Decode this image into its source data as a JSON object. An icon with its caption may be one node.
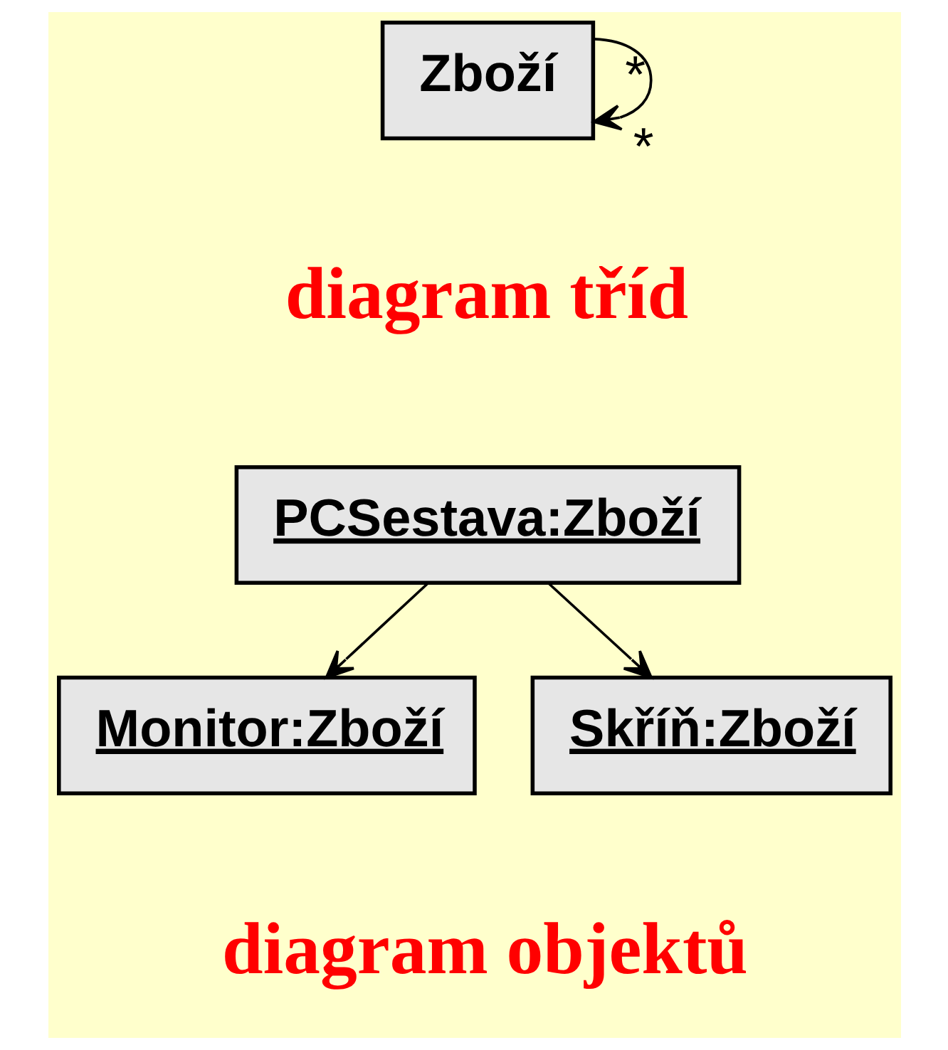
{
  "diagram": {
    "nodes": [
      {
        "text": [
          "Zboží"
        ]
      },
      {
        "text": [
          "PCSestava:Zboží"
        ]
      },
      {
        "text": [
          "Monitor:Zboží"
        ]
      },
      {
        "text": [
          "Skříň:Zboží"
        ]
      }
    ],
    "edges": [
      {
        "from": 0,
        "to": 0,
        "arrow": "to"
      },
      {
        "from": 1,
        "to": 2,
        "arrow": "to"
      },
      {
        "from": 1,
        "to": 3,
        "arrow": "to"
      }
    ],
    "labels": [
      "*",
      "*",
      "diagram tříd",
      "diagram objektů"
    ]
  }
}
